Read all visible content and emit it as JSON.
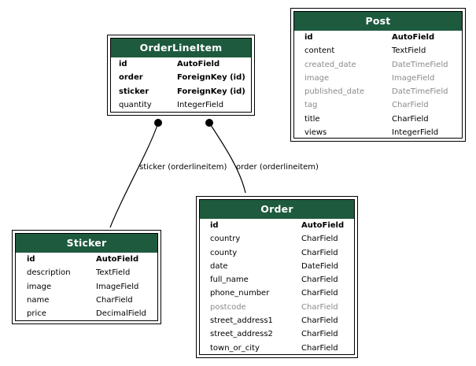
{
  "models": {
    "orderlineitem": {
      "title": "OrderLineItem",
      "fields": [
        {
          "name": "id",
          "type": "AutoField",
          "style": "bold"
        },
        {
          "name": "order",
          "type": "ForeignKey (id)",
          "style": "bold"
        },
        {
          "name": "sticker",
          "type": "ForeignKey (id)",
          "style": "bold"
        },
        {
          "name": "quantity",
          "type": "IntegerField",
          "style": "normal"
        }
      ]
    },
    "post": {
      "title": "Post",
      "fields": [
        {
          "name": "id",
          "type": "AutoField",
          "style": "bold"
        },
        {
          "name": "content",
          "type": "TextField",
          "style": "normal"
        },
        {
          "name": "created_date",
          "type": "DateTimeField",
          "style": "muted"
        },
        {
          "name": "image",
          "type": "ImageField",
          "style": "muted"
        },
        {
          "name": "published_date",
          "type": "DateTimeField",
          "style": "muted"
        },
        {
          "name": "tag",
          "type": "CharField",
          "style": "muted"
        },
        {
          "name": "title",
          "type": "CharField",
          "style": "normal"
        },
        {
          "name": "views",
          "type": "IntegerField",
          "style": "normal"
        }
      ]
    },
    "sticker": {
      "title": "Sticker",
      "fields": [
        {
          "name": "id",
          "type": "AutoField",
          "style": "bold"
        },
        {
          "name": "description",
          "type": "TextField",
          "style": "normal"
        },
        {
          "name": "image",
          "type": "ImageField",
          "style": "normal"
        },
        {
          "name": "name",
          "type": "CharField",
          "style": "normal"
        },
        {
          "name": "price",
          "type": "DecimalField",
          "style": "normal"
        }
      ]
    },
    "order": {
      "title": "Order",
      "fields": [
        {
          "name": "id",
          "type": "AutoField",
          "style": "bold"
        },
        {
          "name": "country",
          "type": "CharField",
          "style": "normal"
        },
        {
          "name": "county",
          "type": "CharField",
          "style": "normal"
        },
        {
          "name": "date",
          "type": "DateField",
          "style": "normal"
        },
        {
          "name": "full_name",
          "type": "CharField",
          "style": "normal"
        },
        {
          "name": "phone_number",
          "type": "CharField",
          "style": "normal"
        },
        {
          "name": "postcode",
          "type": "CharField",
          "style": "muted"
        },
        {
          "name": "street_address1",
          "type": "CharField",
          "style": "normal"
        },
        {
          "name": "street_address2",
          "type": "CharField",
          "style": "normal"
        },
        {
          "name": "town_or_city",
          "type": "CharField",
          "style": "normal"
        }
      ]
    }
  },
  "relations": {
    "sticker_label": "sticker (orderlineitem)",
    "order_label": "order (orderlineitem)"
  },
  "colors": {
    "header": "#1e5a3e",
    "muted": "#8a8a8a"
  }
}
